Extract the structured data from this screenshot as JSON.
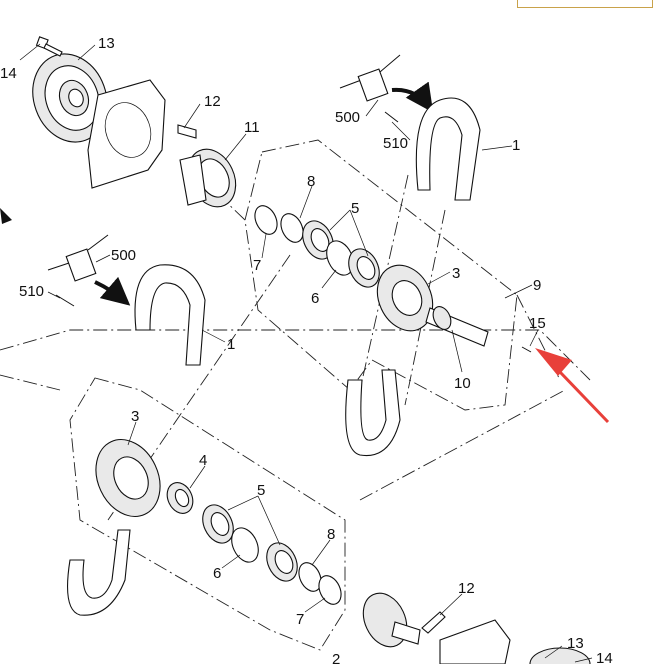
{
  "labels": {
    "l14_top": "14",
    "l13_top": "13",
    "l12_top": "12",
    "l11": "11",
    "l500_top": "500",
    "l510_top": "510",
    "l1_top": "1",
    "l8_top": "8",
    "l5_top": "5",
    "l7_top": "7",
    "l6_top": "6",
    "l3_top": "3",
    "l9": "9",
    "l15": "15",
    "l10": "10",
    "l500_left": "500",
    "l510_left": "510",
    "l1_left": "1",
    "l3_low": "3",
    "l4": "4",
    "l5_low": "5",
    "l8_low": "8",
    "l6_low": "6",
    "l7_low": "7",
    "l12_low": "12",
    "l13_low": "13",
    "l14_low": "14",
    "l2": "2"
  },
  "colors": {
    "highlight_arrow": "#e8403a",
    "line": "#111111",
    "corner_frame": "#c9a24a"
  }
}
